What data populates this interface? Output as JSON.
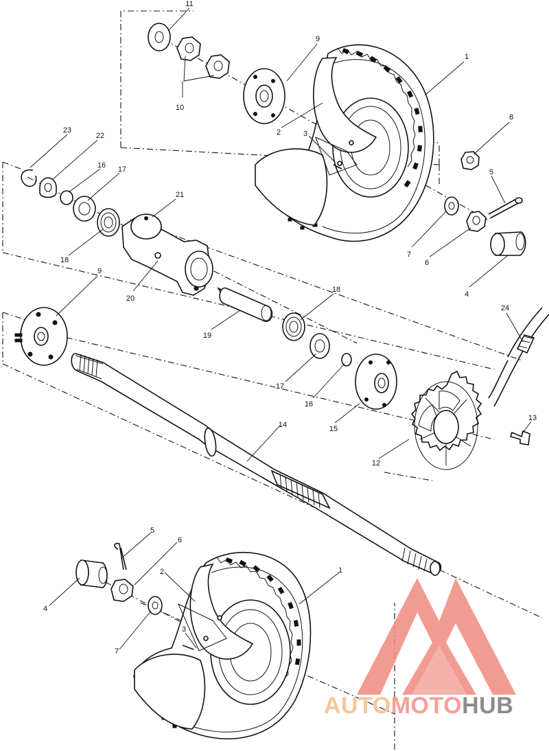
{
  "diagram": {
    "callouts": [
      {
        "id": "c11a",
        "text": "11"
      },
      {
        "id": "c9a",
        "text": "9"
      },
      {
        "id": "c1a",
        "text": "1"
      },
      {
        "id": "c10",
        "text": "10"
      },
      {
        "id": "c2a",
        "text": "2"
      },
      {
        "id": "c3a",
        "text": "3"
      },
      {
        "id": "c8",
        "text": "8"
      },
      {
        "id": "c5a",
        "text": "5"
      },
      {
        "id": "c7a",
        "text": "7"
      },
      {
        "id": "c6a",
        "text": "6"
      },
      {
        "id": "c4a",
        "text": "4"
      },
      {
        "id": "c23",
        "text": "23"
      },
      {
        "id": "c22",
        "text": "22"
      },
      {
        "id": "c16a",
        "text": "16"
      },
      {
        "id": "c17a",
        "text": "17"
      },
      {
        "id": "c21",
        "text": "21"
      },
      {
        "id": "c18a",
        "text": "18"
      },
      {
        "id": "c20",
        "text": "20"
      },
      {
        "id": "c9b",
        "text": "9"
      },
      {
        "id": "c18b",
        "text": "18"
      },
      {
        "id": "c19",
        "text": "19"
      },
      {
        "id": "c17b",
        "text": "17"
      },
      {
        "id": "c16b",
        "text": "16"
      },
      {
        "id": "c15",
        "text": "15"
      },
      {
        "id": "c24",
        "text": "24"
      },
      {
        "id": "c13",
        "text": "13"
      },
      {
        "id": "c12",
        "text": "12"
      },
      {
        "id": "c14",
        "text": "14"
      },
      {
        "id": "c5b",
        "text": "5"
      },
      {
        "id": "c6b",
        "text": "6"
      },
      {
        "id": "c4b",
        "text": "4"
      },
      {
        "id": "c2b",
        "text": "2"
      },
      {
        "id": "c1b",
        "text": "1"
      },
      {
        "id": "c3b",
        "text": "3"
      },
      {
        "id": "c7b",
        "text": "7"
      }
    ]
  },
  "watermark": {
    "word_auto": "AUTO",
    "word_moto": "MOTO",
    "word_hub": "HUB",
    "colors": {
      "auto": "#f7c79a",
      "moto": "#f4a099",
      "hub": "#8c8c8c",
      "logo": "#f08a80"
    }
  }
}
